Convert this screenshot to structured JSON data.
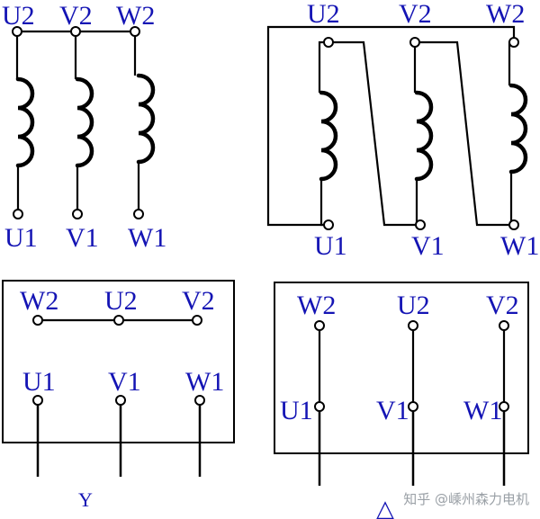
{
  "panel_star_windings": {
    "top_labels": [
      "U2",
      "V2",
      "W2"
    ],
    "bottom_labels": [
      "U1",
      "V1",
      "W1"
    ]
  },
  "panel_delta_windings": {
    "top_labels": [
      "U2",
      "V2",
      "W2"
    ],
    "bottom_labels": [
      "U1",
      "V1",
      "W1"
    ]
  },
  "panel_star_terminal_box": {
    "top_labels": [
      "W2",
      "U2",
      "V2"
    ],
    "bottom_labels": [
      "U1",
      "V1",
      "W1"
    ],
    "caption": "Y"
  },
  "panel_delta_terminal_box": {
    "top_labels": [
      "W2",
      "U2",
      "V2"
    ],
    "bottom_labels": [
      "U1",
      "V1",
      "W1"
    ],
    "caption": "△"
  },
  "watermark": "知乎 @嵊州森力电机"
}
